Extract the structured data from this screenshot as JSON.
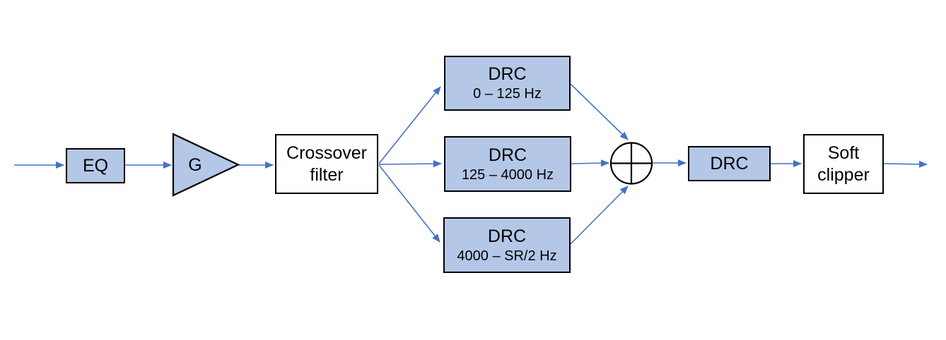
{
  "diagram": {
    "colors": {
      "block_fill": "#b4c7e7",
      "block_border": "#000000",
      "arrow": "#4472c4",
      "plain_fill": "#ffffff",
      "text": "#000000",
      "background": "#ffffff"
    },
    "blocks": {
      "eq": {
        "label": "EQ"
      },
      "gain": {
        "label": "G",
        "shape_icon": "amplifier-triangle-icon"
      },
      "crossover": {
        "label": "Crossover filter"
      },
      "drc_low": {
        "title": "DRC",
        "range": "0 – 125 Hz"
      },
      "drc_mid": {
        "title": "DRC",
        "range": "125 – 4000 Hz"
      },
      "drc_high": {
        "title": "DRC",
        "range": "4000 – SR/2 Hz"
      },
      "summer": {
        "shape_icon": "circle-plus-icon"
      },
      "drc_full": {
        "label": "DRC"
      },
      "soft_clipper": {
        "label": "Soft clipper"
      }
    }
  }
}
